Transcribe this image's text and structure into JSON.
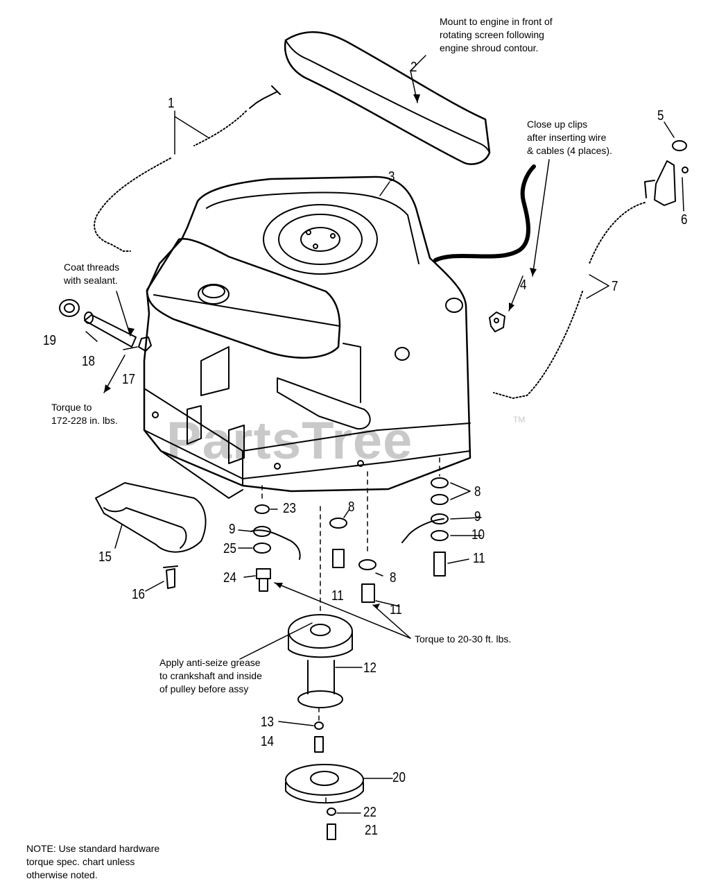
{
  "watermark": {
    "text": "PartsTree",
    "tm": "TM"
  },
  "notes": {
    "mount": "Mount to engine in front of\nrotating screen following\nengine shroud contour.",
    "clips": "Close up clips\nafter inserting wire\n& cables (4 places).",
    "coat": "Coat threads\nwith sealant.",
    "torque1": "Torque to\n172-228 in. lbs.",
    "torque2": "Torque to 20-30 ft. lbs.",
    "grease": "Apply anti-seize grease\nto crankshaft and inside\nof pulley before assy",
    "footer": "NOTE: Use standard hardware\ntorque spec. chart unless\notherwise noted."
  },
  "callouts": {
    "c1": "1",
    "c2": "2",
    "c3": "3",
    "c4": "4",
    "c5": "5",
    "c6": "6",
    "c7": "7",
    "c8a": "8",
    "c8b": "8",
    "c8c": "8",
    "c9a": "9",
    "c9b": "9",
    "c10": "10",
    "c11a": "11",
    "c11b": "11",
    "c11c": "11",
    "c12": "12",
    "c13": "13",
    "c14": "14",
    "c15": "15",
    "c16": "16",
    "c17": "17",
    "c18": "18",
    "c19": "19",
    "c20": "20",
    "c21": "21",
    "c22": "22",
    "c23": "23",
    "c24": "24",
    "c25": "25"
  }
}
